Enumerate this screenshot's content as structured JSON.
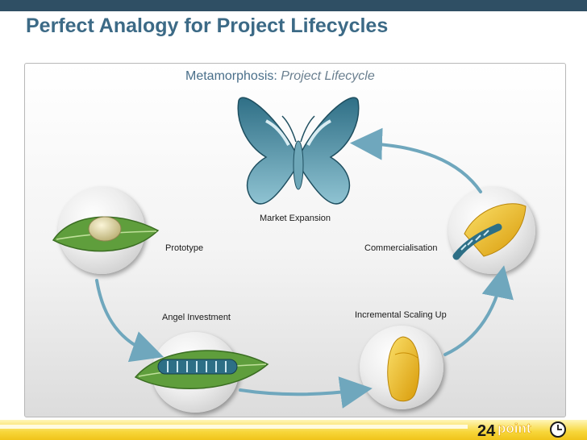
{
  "slide": {
    "title": "Perfect Analogy for Project Lifecycles",
    "subtitle_prefix": "Metamorphosis: ",
    "subtitle_italic": "Project Lifecycle"
  },
  "stages": {
    "market_expansion": "Market Expansion",
    "prototype": "Prototype",
    "commercialisation": "Commercialisation",
    "angel_investment": "Angel Investment",
    "incremental_scaling": "Incremental Scaling Up"
  },
  "logo": {
    "number": "24",
    "word": "point"
  },
  "colors": {
    "title": "#3c6a86",
    "arrow": "#6fa7bd",
    "leaf": "#5f9e3c",
    "butterfly": "#4f8fa3",
    "chrysalis": "#f2c21b",
    "footer": "#f7d63a"
  }
}
